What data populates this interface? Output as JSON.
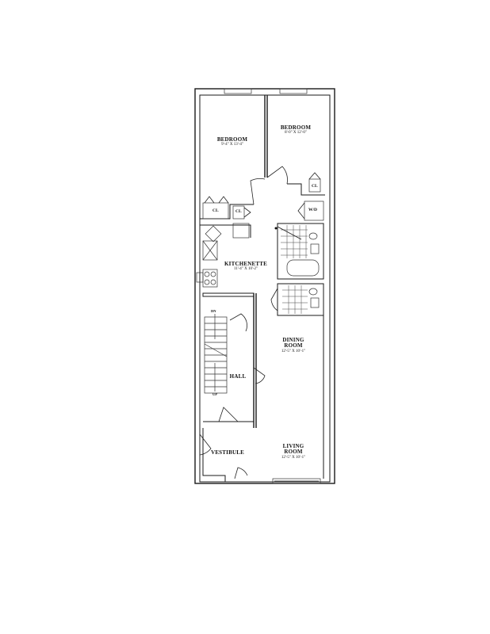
{
  "plan": {
    "rooms": [
      {
        "id": "bedroom-1",
        "name": "BEDROOM",
        "dims": "9'-4\" X 13'-4\""
      },
      {
        "id": "bedroom-2",
        "name": "BEDROOM",
        "dims": "8'-0\" X 12'-0\""
      },
      {
        "id": "kitchenette",
        "name": "KITCHENETTE",
        "dims": "11'-4\" X 10'-2\""
      },
      {
        "id": "dining",
        "name_line1": "DINING",
        "name_line2": "ROOM",
        "dims": "12'-5\" X 10'-1\""
      },
      {
        "id": "living",
        "name_line1": "LIVING",
        "name_line2": "ROOM",
        "dims": "12'-5\" X 10'-1\""
      },
      {
        "id": "hall",
        "name": "HALL"
      },
      {
        "id": "vestibule",
        "name": "VESTIBULE"
      }
    ],
    "closets": [
      "CL",
      "CL",
      "CL"
    ],
    "washer_dryer": "W/D",
    "stairs": {
      "down": "DN",
      "up": "UP"
    }
  }
}
